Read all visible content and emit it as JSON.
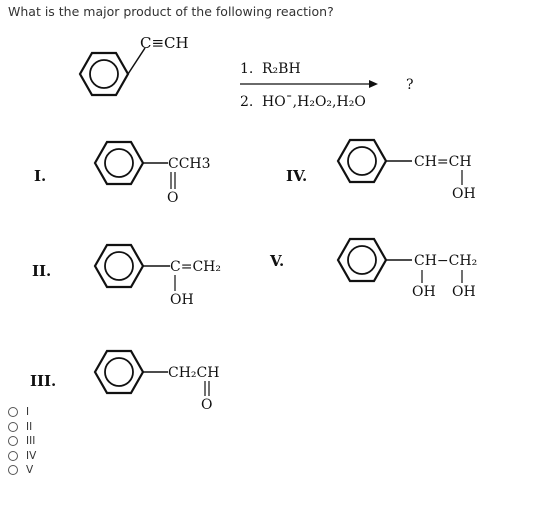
{
  "question": "What is the major product of the following reaction?",
  "reaction": {
    "reactant_group": "C≡CH",
    "step1_num": "1.",
    "step1": "R₂BH",
    "step2_num": "2.",
    "step2": "HOˉ,H₂O₂,H₂O",
    "product": "?"
  },
  "choices": [
    {
      "numeral": "I.",
      "group_top": "CCH3",
      "group_bottom": "O"
    },
    {
      "numeral": "II.",
      "group_top": "C=CH₂",
      "group_bottom": "OH"
    },
    {
      "numeral": "III.",
      "group_top": "CH₂CH",
      "group_bottom": "O"
    },
    {
      "numeral": "IV.",
      "group_top": "CH=CH",
      "group_bottom": "OH"
    },
    {
      "numeral": "V.",
      "group_top": "CH−CH₂",
      "group_bottom_1": "OH",
      "group_bottom_2": "OH"
    }
  ],
  "options": [
    "I",
    "II",
    "III",
    "IV",
    "V"
  ]
}
